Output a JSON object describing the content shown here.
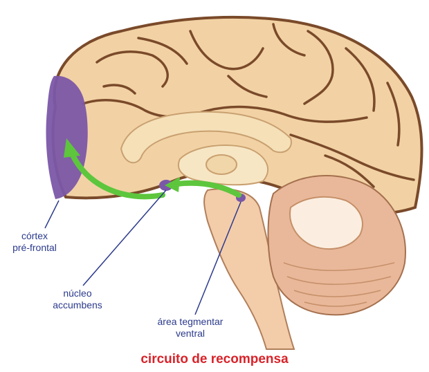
{
  "diagram": {
    "title": "circuito de recompensa",
    "labels": {
      "prefrontal_cortex": [
        "córtex",
        "pré-frontal"
      ],
      "nucleus_accumbens": [
        "núcleo",
        "accumbens"
      ],
      "ventral_tegmental_area": [
        "área tegmentar",
        "ventral"
      ]
    },
    "colors": {
      "cortex": "#f2d2a4",
      "gyri_line": "#7a4a2a",
      "inner_structures": "#f5e0b8",
      "highlight_regions": "#7b57a8",
      "pathway_arrows": "#5dc63d",
      "label_text": "#2b3a8c",
      "title_text": "#d8232a",
      "cerebellum": "#e9b89a",
      "brainstem": "#f3ccaa"
    }
  }
}
